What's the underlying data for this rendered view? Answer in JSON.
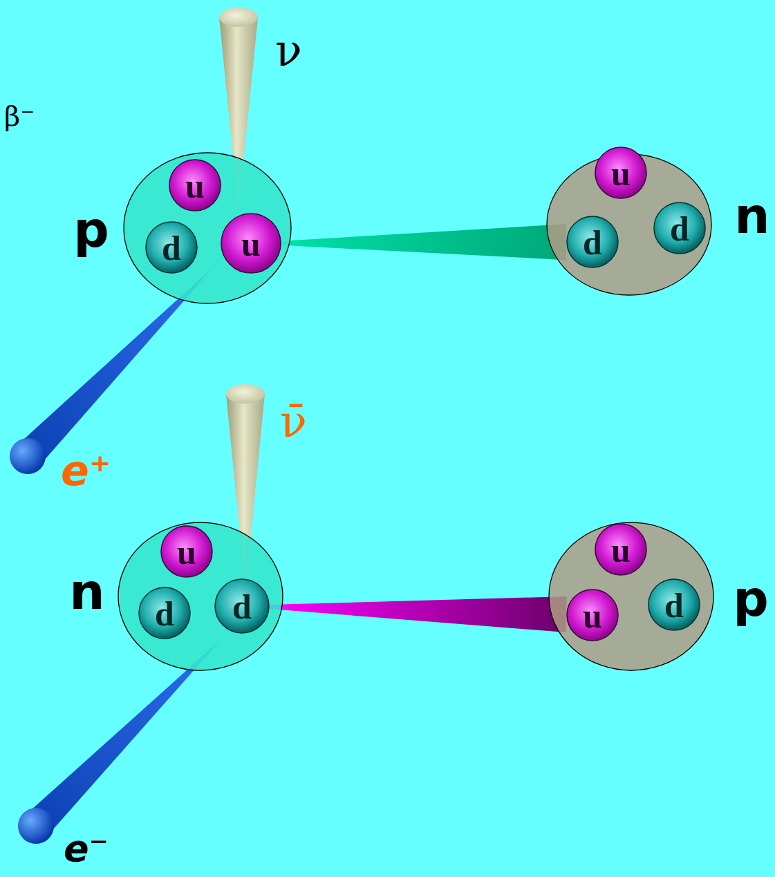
{
  "diagram": {
    "nodes": [
      {
        "text": [
          "p"
        ]
      },
      {
        "text": [
          "u"
        ],
        "in": 0
      },
      {
        "text": [
          "d"
        ],
        "in": 0
      },
      {
        "text": [
          "u"
        ],
        "in": 0
      },
      {
        "text": [
          "n"
        ]
      },
      {
        "text": [
          "u"
        ],
        "in": 4
      },
      {
        "text": [
          "d"
        ],
        "in": 4
      },
      {
        "text": [
          "d"
        ],
        "in": 4
      },
      {
        "text": [
          "n"
        ]
      },
      {
        "text": [
          "u"
        ],
        "in": 8
      },
      {
        "text": [
          "d"
        ],
        "in": 8
      },
      {
        "text": [
          "d"
        ],
        "in": 8
      },
      {
        "text": [
          "p"
        ]
      },
      {
        "text": [
          "u"
        ],
        "in": 12
      },
      {
        "text": [
          "u"
        ],
        "in": 12
      },
      {
        "text": [
          "d"
        ],
        "in": 12
      }
    ],
    "edges": [
      {
        "from": 3,
        "to": 6,
        "arrow": "none"
      },
      {
        "from": 11,
        "to": 14,
        "arrow": "none"
      }
    ],
    "labels": [
      "β⁻",
      "ν",
      "e⁺",
      "ν̄",
      "e⁻"
    ]
  }
}
